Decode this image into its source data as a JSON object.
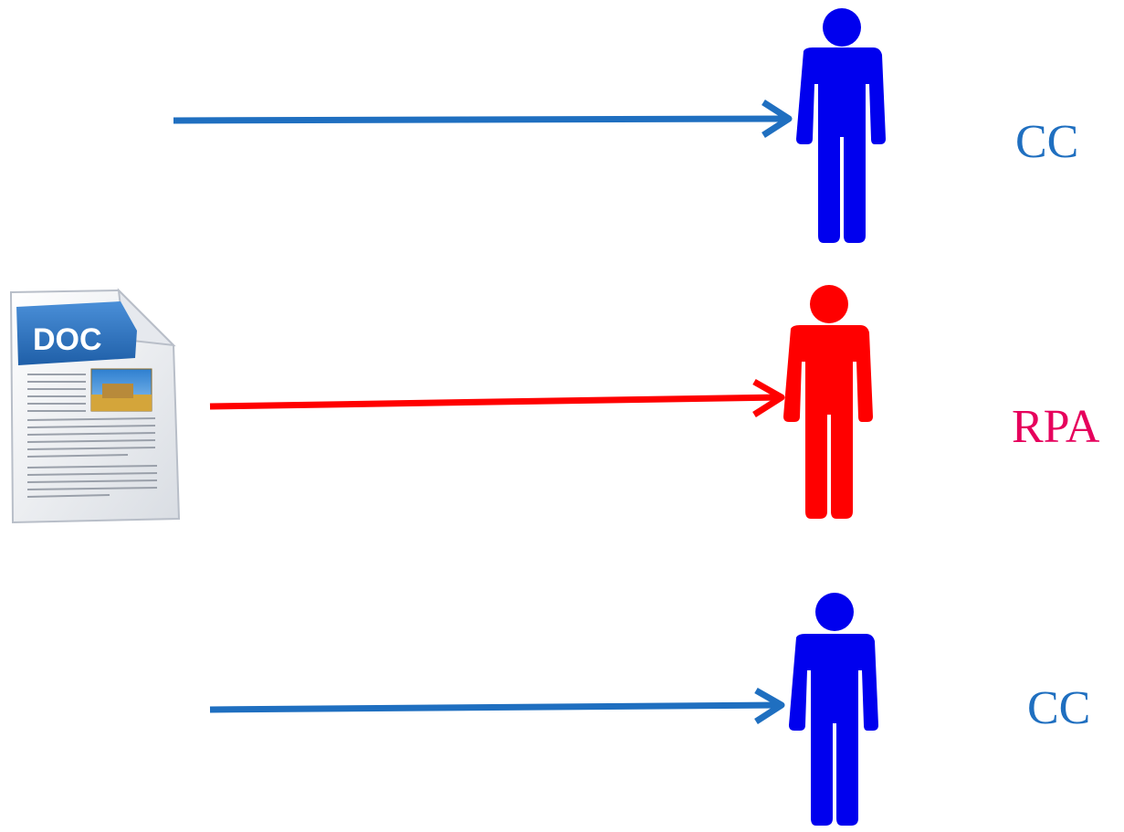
{
  "recipients": [
    {
      "role": "cc",
      "label": "CC",
      "color": "#0000ee",
      "arrow_color": "#1f6fc0"
    },
    {
      "role": "rpa",
      "label": "RPA",
      "color": "#ff0000",
      "label_color": "#e6005c",
      "arrow_color": "#ff0000"
    },
    {
      "role": "cc",
      "label": "CC",
      "color": "#0000ee",
      "arrow_color": "#1f6fc0"
    }
  ],
  "document": {
    "icon": "doc-file-icon",
    "badge": "DOC"
  },
  "colors": {
    "cc_label": "#1f6fc0",
    "rpa_label": "#e6005c"
  }
}
